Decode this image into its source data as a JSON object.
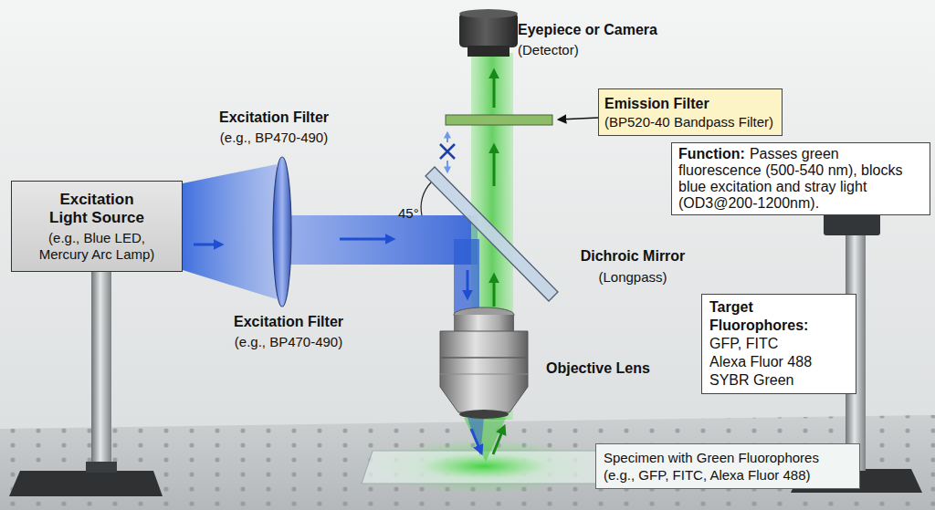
{
  "diagram": {
    "nodes": [
      {
        "text": [
          "Emission Filter",
          "(BP520-40 Bandpass Filter)"
        ]
      },
      {
        "text": [
          "Function:",
          "Passes green fluorescence (500-540 nm), blocks blue excitation and stray light (OD3@200-1200nm)."
        ]
      },
      {
        "text": [
          "Excitation Light Source",
          "(e.g., Blue LED, Mercury Arc Lamp)"
        ]
      },
      {
        "text": [
          "Target Fluorophores:",
          "GFP, FITC",
          "Alexa Fluor 488",
          "SYBR Green"
        ]
      },
      {
        "text": [
          "Specimen with Green Fluorophores",
          "(e.g., GFP, FITC, Alexa Fluor 488)"
        ]
      }
    ],
    "labels": [
      "Eyepiece or Camera",
      "(Detector)",
      "Excitation Filter",
      "(e.g., BP470-490)",
      "45°",
      "Dichroic Mirror",
      "(Longpass)",
      "Excitation Filter",
      "(e.g., BP470-490)",
      "Objective Lens"
    ]
  }
}
